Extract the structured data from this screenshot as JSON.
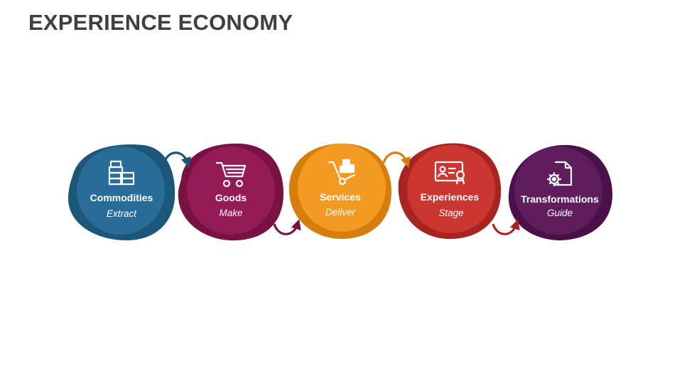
{
  "title": "EXPERIENCE ECONOMY",
  "stages": [
    {
      "label": "Commodities",
      "action": "Extract",
      "color": "#276d97",
      "dark": "#1c5779",
      "icon": "gold-bars-icon"
    },
    {
      "label": "Goods",
      "action": "Make",
      "color": "#941b57",
      "dark": "#771243",
      "icon": "shopping-cart-icon"
    },
    {
      "label": "Services",
      "action": "Deliver",
      "color": "#f29a22",
      "dark": "#d57d0d",
      "icon": "hand-truck-icon"
    },
    {
      "label": "Experiences",
      "action": "Stage",
      "color": "#cb3631",
      "dark": "#a72420",
      "icon": "certificate-icon"
    },
    {
      "label": "Transformations",
      "action": "Guide",
      "color": "#5f1d5e",
      "dark": "#4b104a",
      "icon": "document-gear-icon"
    }
  ],
  "connectors": [
    {
      "color": "#1c5779",
      "position": "top"
    },
    {
      "color": "#771243",
      "position": "bottom"
    },
    {
      "color": "#d57d0d",
      "position": "top"
    },
    {
      "color": "#a72420",
      "position": "bottom"
    }
  ]
}
